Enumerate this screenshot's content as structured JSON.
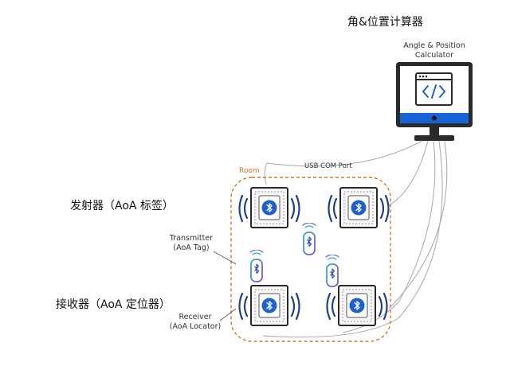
{
  "labels": {
    "calculator_zh": "角&位置计算器",
    "calculator_en_line1": "Angle & Position",
    "calculator_en_line2": "Calculator",
    "usb": "USB COM Port",
    "room": "Room",
    "transmitter_zh": "发射器（AoA 标签）",
    "transmitter_en_line1": "Transmitter",
    "transmitter_en_line2": "(AoA Tag)",
    "receiver_zh": "接收器（AoA 定位器）",
    "receiver_en_line1": "Receiver",
    "receiver_en_line2": "(AoA Locator)"
  },
  "colors": {
    "monitor_blue": "#1565d8",
    "monitor_frame": "#2a2a2a",
    "room_border": "#c87a2e",
    "bluetooth_blue": "#1e5fd1",
    "signal_waves": "#1f3f8f",
    "tag_gradient_start": "#2bb0d6",
    "tag_gradient_end": "#8a4fd0"
  },
  "icons": [
    "code-window-icon",
    "bluetooth-icon",
    "signal-wave-icon"
  ]
}
